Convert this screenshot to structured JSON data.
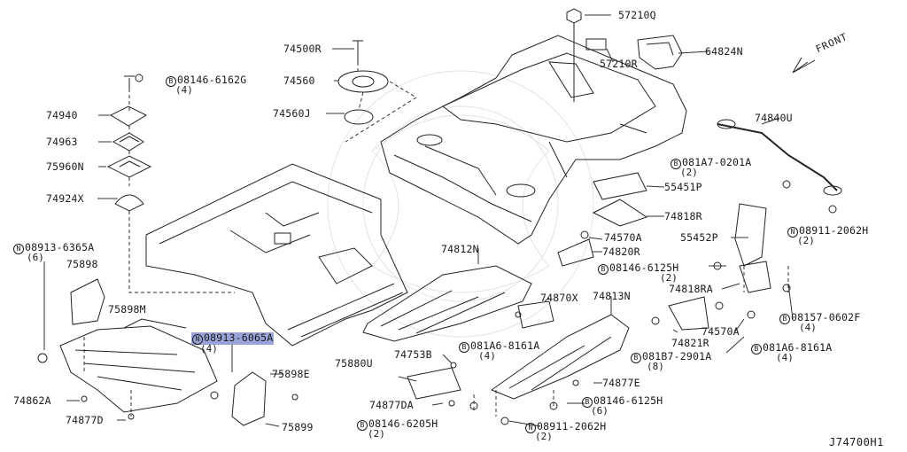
{
  "diagram": {
    "code": "J74700H1",
    "front": "FRONT",
    "parts": [
      {
        "id": "p0",
        "label": "57210Q"
      },
      {
        "id": "p1",
        "label": "57210R"
      },
      {
        "id": "p2",
        "label": "64824N"
      },
      {
        "id": "p3",
        "label": "74500R"
      },
      {
        "id": "p4",
        "label": "74560"
      },
      {
        "id": "p5",
        "label": "74560J"
      },
      {
        "id": "p6",
        "label": "08146-6162G",
        "prefix": "B",
        "qty": "(4)"
      },
      {
        "id": "p7",
        "label": "74940"
      },
      {
        "id": "p8",
        "label": "74963"
      },
      {
        "id": "p9",
        "label": "75960N"
      },
      {
        "id": "p10",
        "label": "74924X"
      },
      {
        "id": "p11",
        "label": "08913-6365A",
        "prefix": "N",
        "qty": "(6)"
      },
      {
        "id": "p12",
        "label": "75898"
      },
      {
        "id": "p13",
        "label": "75898M"
      },
      {
        "id": "p14",
        "label": "08913-6065A",
        "prefix": "N",
        "qty": "(4)",
        "highlight": true
      },
      {
        "id": "p15",
        "label": "74862A"
      },
      {
        "id": "p16",
        "label": "74877D"
      },
      {
        "id": "p17",
        "label": "75898E"
      },
      {
        "id": "p18",
        "label": "75899"
      },
      {
        "id": "p19",
        "label": "74812N"
      },
      {
        "id": "p20",
        "label": "74870X"
      },
      {
        "id": "p21",
        "label": "74813N"
      },
      {
        "id": "p22",
        "label": "081A6-8161A",
        "prefix": "B",
        "qty": "(4)"
      },
      {
        "id": "p23",
        "label": "74753B"
      },
      {
        "id": "p24",
        "label": "75880U"
      },
      {
        "id": "p25",
        "label": "74877DA"
      },
      {
        "id": "p26",
        "label": "08146-6205H",
        "prefix": "B",
        "qty": "(2)"
      },
      {
        "id": "p27",
        "label": "74877E"
      },
      {
        "id": "p28",
        "label": "08146-6125H",
        "prefix": "B",
        "qty": "(6)"
      },
      {
        "id": "p29",
        "label": "08911-2062H",
        "prefix": "N",
        "qty": "(2)"
      },
      {
        "id": "p30",
        "label": "74840U"
      },
      {
        "id": "p31",
        "label": "081A7-0201A",
        "prefix": "B",
        "qty": "(2)"
      },
      {
        "id": "p32",
        "label": "55451P"
      },
      {
        "id": "p33",
        "label": "74818R"
      },
      {
        "id": "p34",
        "label": "74570A"
      },
      {
        "id": "p35",
        "label": "74820R"
      },
      {
        "id": "p36",
        "label": "55452P"
      },
      {
        "id": "p37",
        "label": "08911-2062H",
        "prefix": "N",
        "qty": "(2)"
      },
      {
        "id": "p38",
        "label": "08146-6125H",
        "prefix": "B",
        "qty": "(2)"
      },
      {
        "id": "p39",
        "label": "74818RA"
      },
      {
        "id": "p40",
        "label": "08157-0602F",
        "prefix": "B",
        "qty": "(4)"
      },
      {
        "id": "p41",
        "label": "74570A"
      },
      {
        "id": "p42",
        "label": "74821R"
      },
      {
        "id": "p43",
        "label": "081B7-2901A",
        "prefix": "B",
        "qty": "(8)"
      },
      {
        "id": "p44",
        "label": "081A6-8161A",
        "prefix": "B",
        "qty": "(4)"
      }
    ]
  }
}
